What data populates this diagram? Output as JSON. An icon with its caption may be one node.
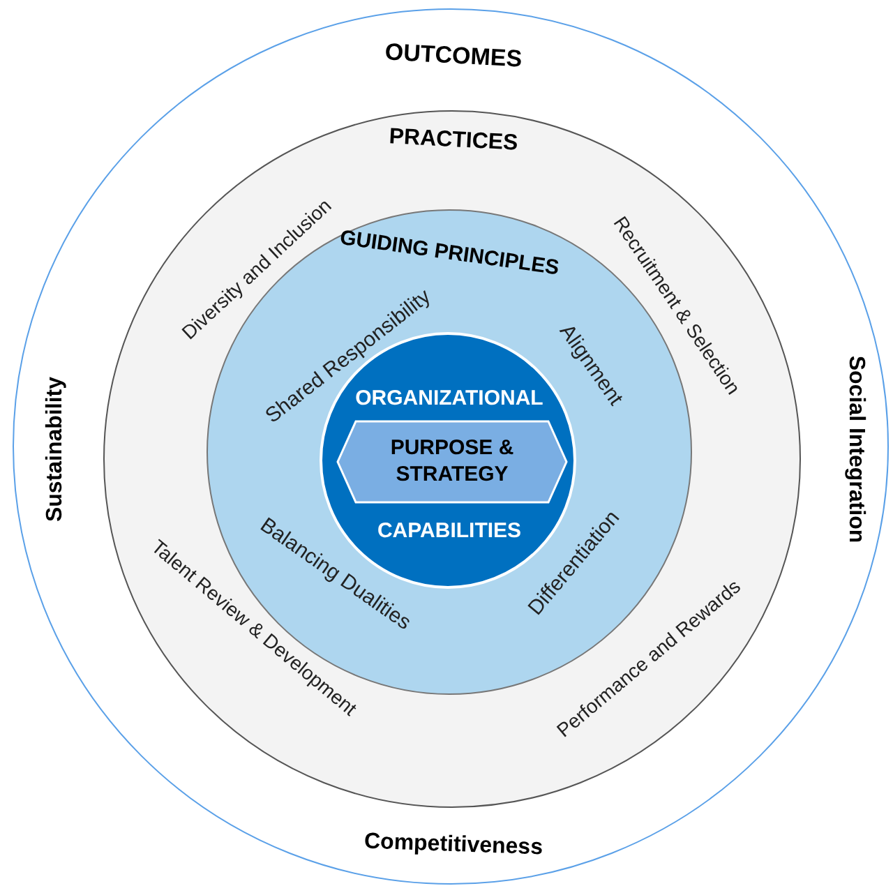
{
  "diagram": {
    "nodes": [
      {
        "text": [
          "OUTCOMES",
          "Sustainability",
          "Social Integration",
          "Competitiveness"
        ]
      },
      {
        "text": [
          "PRACTICES"
        ],
        "in": 0
      },
      {
        "text": [
          "GUIDING PRINCIPLES"
        ],
        "in": 1
      },
      {
        "text": [
          "ORGANIZATIONAL",
          "CAPABILITIES"
        ],
        "in": 2
      },
      {
        "text": [
          "PURPOSE & STRATEGY"
        ],
        "in": 3
      }
    ],
    "labels": [
      "Diversity and Inclusion",
      "Shared Responsibility",
      "Alignment",
      "Recruitment & Selection",
      "Talent Review & Development",
      "Balancing Dualities",
      "Differentiation",
      "Performance and Rewards"
    ]
  }
}
